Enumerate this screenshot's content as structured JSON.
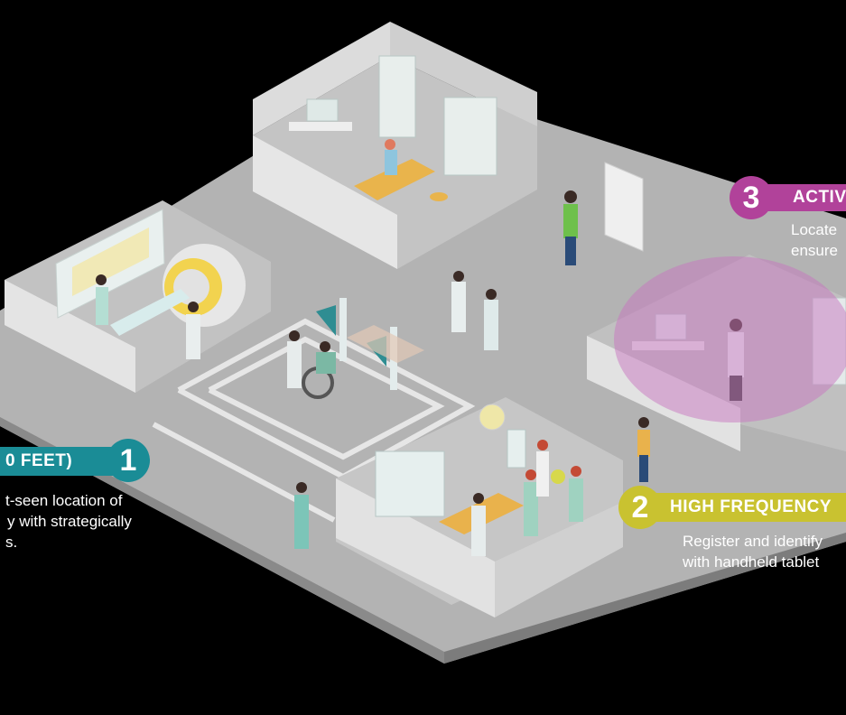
{
  "callouts": [
    {
      "number": "1",
      "title": "0 FEET)",
      "lines": [
        "t-seen location of",
        "y with strategically",
        "s."
      ],
      "color": "#1a8c96"
    },
    {
      "number": "2",
      "title": "HIGH FREQUENCY",
      "lines": [
        "Register and identify",
        "with handheld tablet"
      ],
      "color": "#c9c230"
    },
    {
      "number": "3",
      "title": "ACTIV",
      "lines": [
        "Locate",
        "ensure"
      ],
      "color": "#b1429a"
    }
  ],
  "colors": {
    "background": "#000000",
    "floor": "#a9a9a9",
    "wall": "#d4d4d4",
    "zone_highlight": "#c775c0"
  }
}
